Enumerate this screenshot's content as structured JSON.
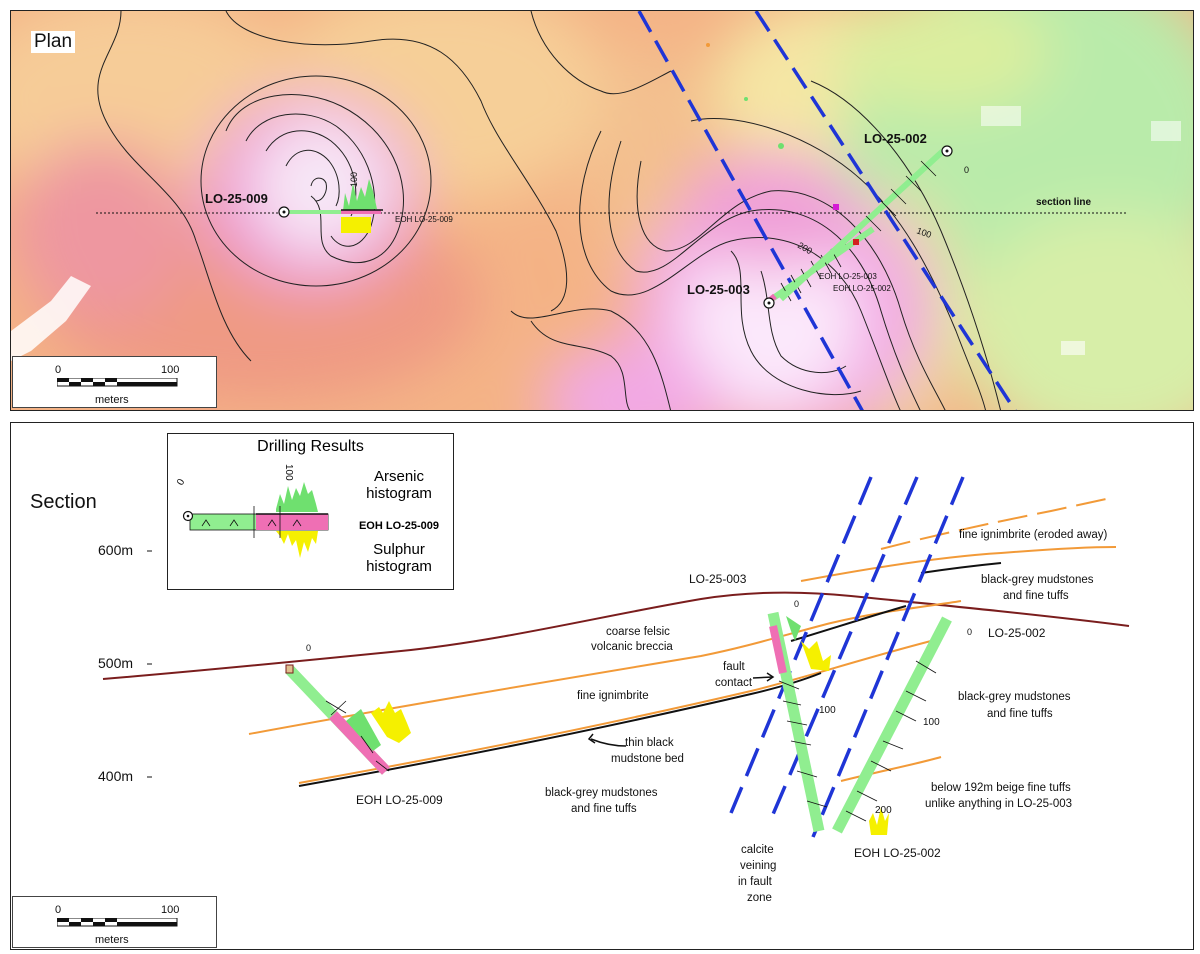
{
  "plan": {
    "title": "Plan",
    "section_line_label": "section line",
    "holes": {
      "h009": "LO-25-009",
      "h003": "LO-25-003",
      "h002": "LO-25-002"
    },
    "eoh": {
      "h009": "EOH LO-25-009",
      "h003": "EOH LO-25-003",
      "h002": "EOH LO-25-002"
    },
    "depth_labels": [
      "100",
      "200",
      "100",
      "0"
    ],
    "scale": {
      "start": "0",
      "end": "100",
      "unit": "meters"
    }
  },
  "section": {
    "title": "Section",
    "elevations": [
      "600m",
      "500m",
      "400m"
    ],
    "legend": {
      "title": "Drilling Results",
      "arsenic": "Arsenic histogram",
      "eoh": "EOH LO-25-009",
      "sulphur": "Sulphur histogram",
      "depth_0": "0",
      "depth_100": "100"
    },
    "holes": {
      "h003": "LO-25-003",
      "h002": "LO-25-002",
      "eoh009": "EOH LO-25-009",
      "eoh002": "EOH LO-25-002"
    },
    "units": {
      "fine_ignimbrite_eroded": "fine ignimbrite (eroded away)",
      "mudstones_top_1": "black-grey mudstones",
      "mudstones_top_2": "and fine tuffs",
      "breccia_1": "coarse felsic",
      "breccia_2": "volcanic breccia",
      "fine_ignimbrite": "fine ignimbrite",
      "mudstones_right_1": "black-grey mudstones",
      "mudstones_right_2": "and fine tuffs",
      "mudstones_bottom_1": "black-grey mudstones",
      "mudstones_bottom_2": "and fine tuffs",
      "thin_bed_1": "thin black",
      "thin_bed_2": "mudstone bed",
      "fault_contact_1": "fault",
      "fault_contact_2": "contact",
      "calcite_1": "calcite",
      "calcite_2": "veining",
      "calcite_3": "in fault",
      "calcite_4": "zone",
      "beige_1": "below 192m beige fine tuffs",
      "beige_2": "unlike anything in LO-25-003"
    },
    "depth_labels": [
      "0",
      "0",
      "0",
      "100",
      "100",
      "200"
    ],
    "scale": {
      "start": "0",
      "end": "100",
      "unit": "meters"
    }
  },
  "colors": {
    "fault": "#1f35d6",
    "drillhole": "#90ee90",
    "arsenic": "#6fe06f",
    "sulphur": "#f5f000",
    "anomaly": "#ef6fb4",
    "topography": "#7a1d1d",
    "contact": "#f29a38",
    "mudstone_bed": "#111111"
  }
}
